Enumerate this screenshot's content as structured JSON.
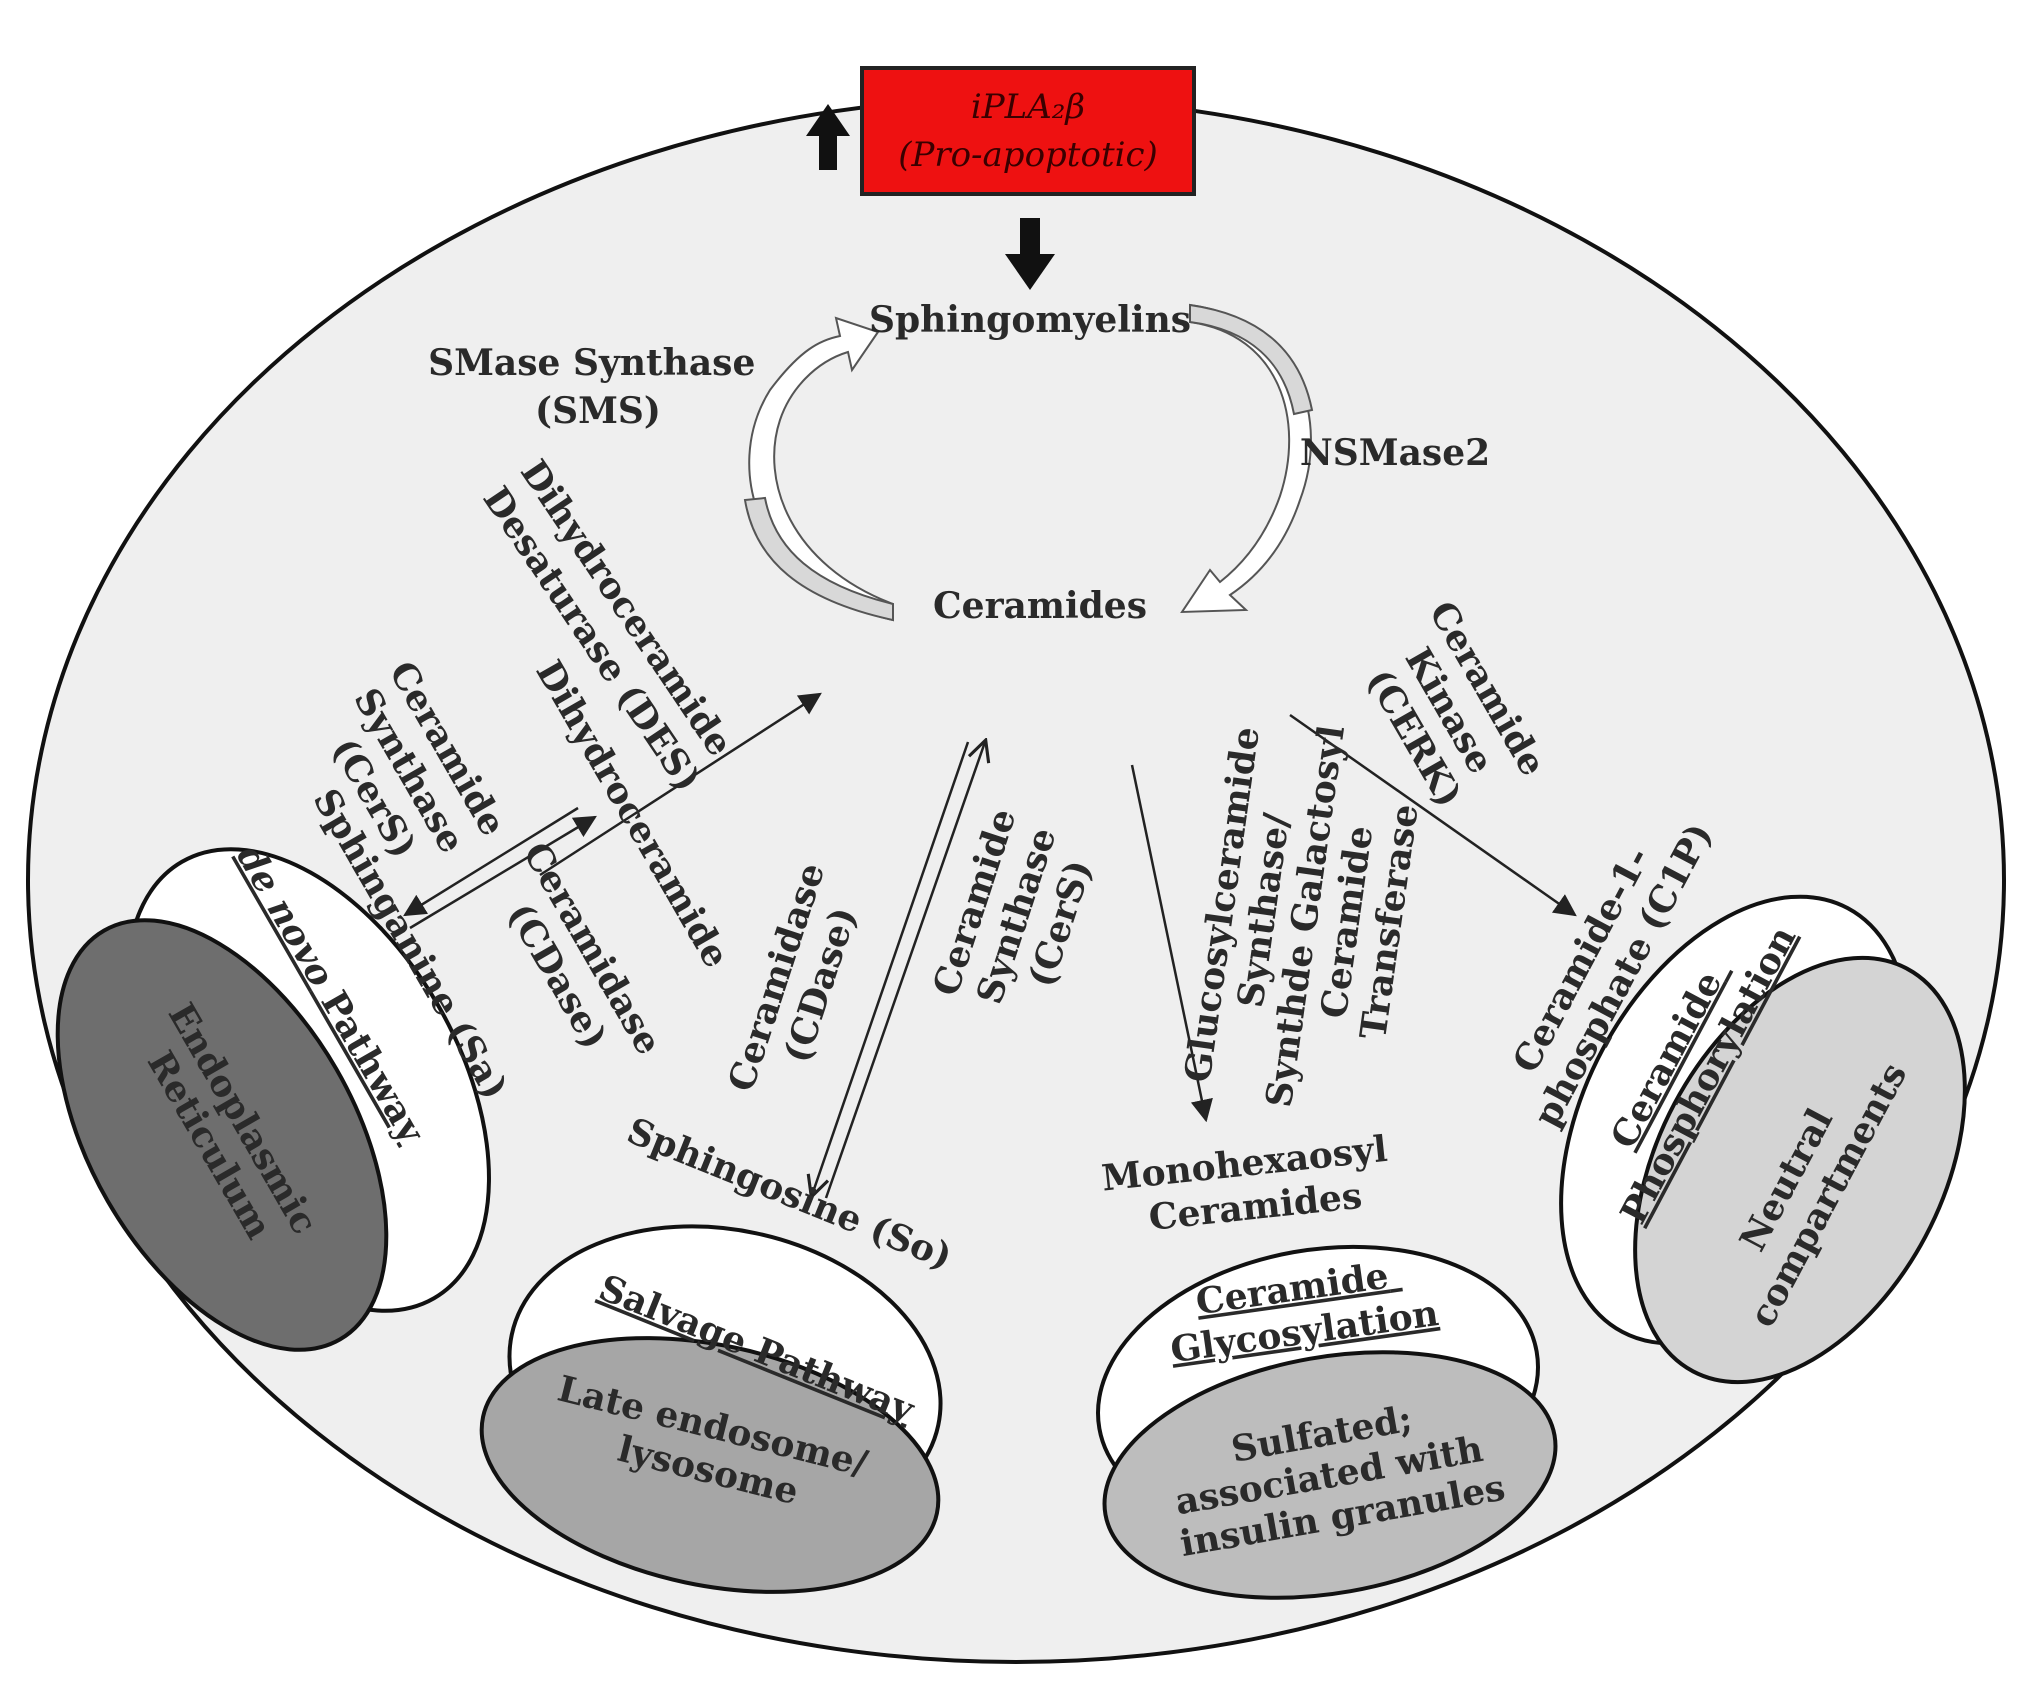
{
  "enzyme_box": {
    "line1": "iPLA₂β",
    "line2": "(Pro-apoptotic)",
    "fill": "#ee1111"
  },
  "molecules": {
    "sphingomyelins": "Sphingomyelins",
    "ceramides": "Ceramides",
    "sphinganine": "Sphinganine (Sa)",
    "dihydroceramide": "Dihydroceramide",
    "sphingosine": "Sphingosine (So)",
    "monohexaosyl_1": "Monohexaosyl",
    "monohexaosyl_2": "Ceramides",
    "c1p_1": "Ceramide-1-",
    "c1p_2": "phosphate (C1P)"
  },
  "enzymes": {
    "sms_1": "SMase  Synthase",
    "sms_2": "(SMS)",
    "nsmase2": "NSMase2",
    "des_1": "Dihydroceramide",
    "des_2": "Desaturase (DES)",
    "cers_left_1": "Ceramide",
    "cers_left_2": "Synthase",
    "cers_left_3": "(CerS)",
    "cdase_left_1": "Ceramidase",
    "cdase_left_2": "(CDase)",
    "cdase_mid_1": "Ceramidase",
    "cdase_mid_2": "(CDase)",
    "cers_mid_1": "Ceramide",
    "cers_mid_2": "Synthase",
    "cers_mid_3": "(CerS)",
    "gcs_1": "Glucosylceramide",
    "gcs_2": "Synthase/",
    "gcs_3": "Synthde Galactosyl",
    "gcs_4": "Ceramide",
    "gcs_5": "Transferase",
    "cerk_1": "Ceramide",
    "cerk_2": "Kinase",
    "cerk_3": "(CERK)"
  },
  "compartments": {
    "er": {
      "pathway_prefix": "de novo",
      "pathway_suffix": " Pathway",
      "location_1": "Endoplasmic",
      "location_2": "Reticulum",
      "color": "#6e6e6e"
    },
    "salvage": {
      "pathway": "Salvage Pathway",
      "location_1": "Late endosome/",
      "location_2": "lysosome",
      "color": "#a6a6a6"
    },
    "glyco": {
      "pathway_1": "Ceramide",
      "pathway_2": "Glycosylation",
      "location_1": "Sulfated;",
      "location_2": "associated with",
      "location_3": "insulin granules",
      "color": "#bdbdbd"
    },
    "phospho": {
      "pathway_1": "Ceramide",
      "pathway_2": "Phosphorylation",
      "location_1": "Neutral",
      "location_2": "compartments",
      "color": "#d4d4d4"
    }
  },
  "colors": {
    "cell": "#efefef",
    "outline": "#111111",
    "arrow": "#222222"
  }
}
